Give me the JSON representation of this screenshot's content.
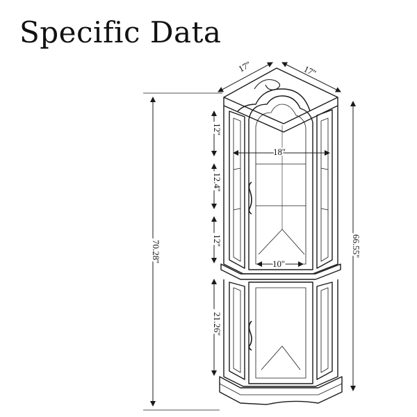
{
  "title": "Specific Data",
  "dimensions": {
    "top_left": "17''",
    "top_right": "17''",
    "width_front": "18''",
    "width_base": "10''",
    "shelf_1": "12''",
    "shelf_2": "12.4''",
    "shelf_3": "12''",
    "lower": "21.26''",
    "total_height": "70.28''",
    "side_height": "66.55''"
  },
  "colors": {
    "line": "#1a1a1a",
    "fill": "#ffffff"
  }
}
